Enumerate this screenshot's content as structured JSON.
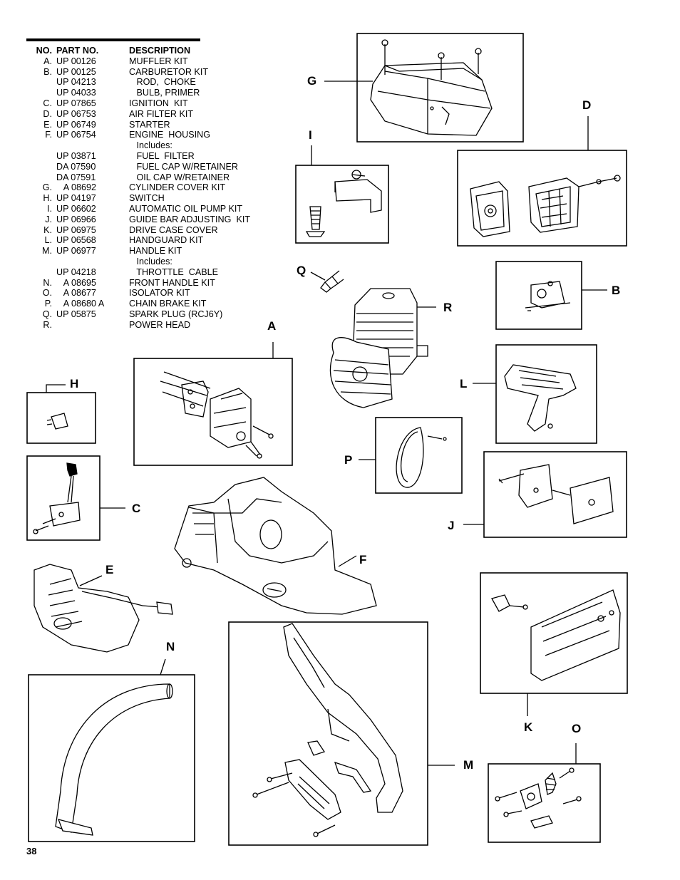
{
  "parts_table": {
    "headers": {
      "no": "NO.",
      "part_no": "PART NO.",
      "description": "DESCRIPTION"
    },
    "rows": [
      {
        "no": "A.",
        "part_no": "UP 00126",
        "description": "MUFFLER KIT"
      },
      {
        "no": "B.",
        "part_no": "UP 00125",
        "description": "CARBURETOR KIT"
      },
      {
        "no": "",
        "part_no": "UP 04213",
        "description": "   ROD,  CHOKE"
      },
      {
        "no": "",
        "part_no": "UP 04033",
        "description": "   BULB, PRIMER"
      },
      {
        "no": "C.",
        "part_no": "UP 07865",
        "description": "IGNITION  KIT"
      },
      {
        "no": "D.",
        "part_no": "UP 06753",
        "description": "AIR FILTER KIT"
      },
      {
        "no": "E.",
        "part_no": "UP 06749",
        "description": "STARTER"
      },
      {
        "no": "F.",
        "part_no": "UP 06754",
        "description": "ENGINE  HOUSING"
      },
      {
        "no": "",
        "part_no": "",
        "description": "   Includes:"
      },
      {
        "no": "",
        "part_no": "UP 03871",
        "description": "   FUEL  FILTER"
      },
      {
        "no": "",
        "part_no": "DA 07590",
        "description": "   FUEL CAP W/RETAINER"
      },
      {
        "no": "",
        "part_no": "DA 07591",
        "description": "   OIL CAP W/RETAINER"
      },
      {
        "no": "G.",
        "part_no": "   A 08692",
        "description": "CYLINDER COVER KIT"
      },
      {
        "no": "H.",
        "part_no": "UP 04197",
        "description": "SWITCH"
      },
      {
        "no": "I.",
        "part_no": "UP 06602",
        "description": "AUTOMATIC OIL PUMP KIT"
      },
      {
        "no": "J.",
        "part_no": "UP 06966",
        "description": "GUIDE BAR ADJUSTING  KIT"
      },
      {
        "no": "K.",
        "part_no": "UP 06975",
        "description": "DRIVE CASE COVER"
      },
      {
        "no": "L.",
        "part_no": "UP 06568",
        "description": "HANDGUARD KIT"
      },
      {
        "no": "M.",
        "part_no": "UP 06977",
        "description": "HANDLE KIT"
      },
      {
        "no": "",
        "part_no": "",
        "description": "   Includes:"
      },
      {
        "no": "",
        "part_no": "UP 04218",
        "description": "   THROTTLE  CABLE"
      },
      {
        "no": "N.",
        "part_no": "   A 08695",
        "description": "FRONT HANDLE KIT"
      },
      {
        "no": "O.",
        "part_no": "   A 08677",
        "description": "ISOLATOR KIT"
      },
      {
        "no": "P.",
        "part_no": "   A 08680 A",
        "description": "CHAIN BRAKE KIT"
      },
      {
        "no": "Q.",
        "part_no": "UP 05875",
        "description": "SPARK PLUG (RCJ6Y)"
      },
      {
        "no": "R.",
        "part_no": "",
        "description": "POWER HEAD"
      }
    ]
  },
  "diagram_labels": {
    "A": "A",
    "B": "B",
    "C": "C",
    "D": "D",
    "E": "E",
    "F": "F",
    "G": "G",
    "H": "H",
    "I": "I",
    "J": "J",
    "K": "K",
    "L": "L",
    "M": "M",
    "N": "N",
    "O": "O",
    "P": "P",
    "Q": "Q",
    "R": "R"
  },
  "page_number": "38"
}
